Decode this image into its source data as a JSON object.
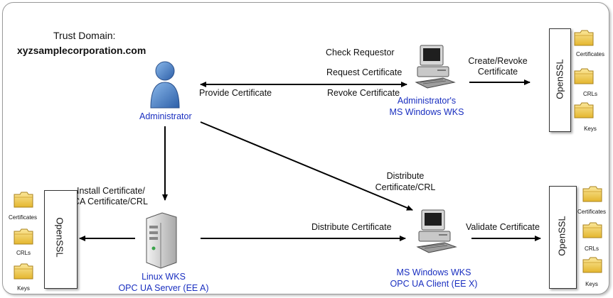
{
  "trust_domain": {
    "label": "Trust Domain:",
    "value": "xyzsamplecorporation.com"
  },
  "nodes": {
    "administrator": {
      "label": "Administrator",
      "icon": "user-icon"
    },
    "admin_wks": {
      "line1": "Administrator's",
      "line2": "MS Windows WKS",
      "icon": "desktop-computer-icon"
    },
    "linux_wks": {
      "line1": "Linux WKS",
      "line2": "OPC UA Server (EE A)",
      "icon": "server-tower-icon"
    },
    "client_wks": {
      "line1": "MS Windows WKS",
      "line2": "OPC UA Client (EE X)",
      "icon": "desktop-computer-icon"
    }
  },
  "openssl_stores": [
    {
      "name": "OpenSSL",
      "folders": [
        "Certificates",
        "CRLs",
        "Keys"
      ]
    },
    {
      "name": "OpenSSL",
      "folders": [
        "Certificates",
        "CRLs",
        "Keys"
      ]
    },
    {
      "name": "OpenSSL",
      "folders": [
        "Certificates",
        "CRLs",
        "Keys"
      ]
    }
  ],
  "edges": {
    "check_requestor": "Check Requestor",
    "request_certificate": "Request Certificate",
    "provide_certificate": "Provide Certificate",
    "revoke_certificate": "Revoke Certificate",
    "create_revoke_1": "Create/Revoke",
    "create_revoke_2": "Certificate",
    "install_1": "Install Certificate/",
    "install_2": "CA Certificate/CRL",
    "distribute_1": "Distribute",
    "distribute_2": "Certificate/CRL",
    "distribute_certificate": "Distribute Certificate",
    "validate_certificate": "Validate Certificate"
  },
  "colors": {
    "node_label": "#1a2fc0",
    "folder": "#f3d35a",
    "user": "#4a86d0"
  }
}
